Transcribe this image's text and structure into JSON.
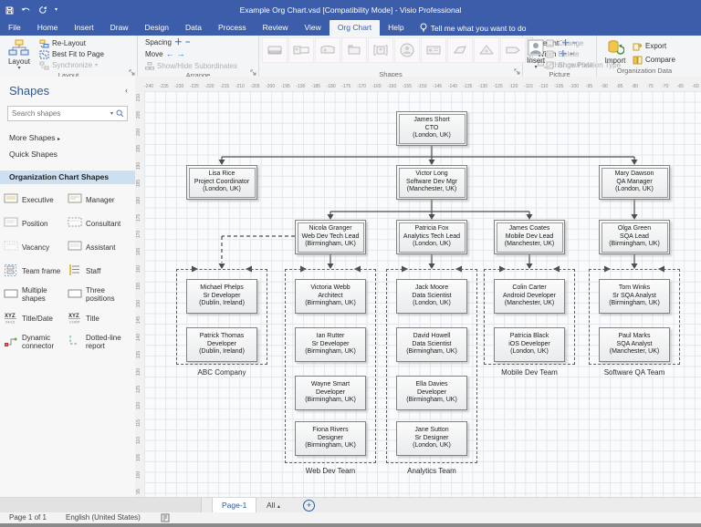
{
  "window": {
    "title": "Example Org Chart.vsd  [Compatibility Mode]  -  Visio Professional"
  },
  "tabs": [
    {
      "label": "File",
      "active": false
    },
    {
      "label": "Home",
      "active": false
    },
    {
      "label": "Insert",
      "active": false
    },
    {
      "label": "Draw",
      "active": false
    },
    {
      "label": "Design",
      "active": false
    },
    {
      "label": "Data",
      "active": false
    },
    {
      "label": "Process",
      "active": false
    },
    {
      "label": "Review",
      "active": false
    },
    {
      "label": "View",
      "active": false
    },
    {
      "label": "Org Chart",
      "active": true
    },
    {
      "label": "Help",
      "active": false
    }
  ],
  "tell_me": "Tell me what you want to do",
  "ribbon": {
    "layout": {
      "group": "Layout",
      "big": "Layout",
      "relayout": "Re-Layout",
      "bestfit": "Best Fit to Page",
      "sync": "Synchronize"
    },
    "arrange": {
      "group": "Arrange",
      "spacing": "Spacing",
      "move": "Move",
      "showhide": "Show/Hide Subordinates"
    },
    "shapes": {
      "group": "Shapes",
      "height": "Height",
      "width": "Width",
      "changepos": "Change Position Type"
    },
    "picture": {
      "group": "Picture",
      "insert": "Insert",
      "change": "Change",
      "del": "Delete",
      "showhide": "Show/Hide"
    },
    "orgdata": {
      "group": "Organization Data",
      "import": "Import",
      "export": "Export",
      "compare": "Compare"
    }
  },
  "shapes_panel": {
    "title": "Shapes",
    "search_placeholder": "Search shapes",
    "more_shapes": "More Shapes",
    "quick_shapes": "Quick Shapes",
    "active_stencil": "Organization Chart Shapes",
    "stencil_items": [
      {
        "icon": "executive-shape-icon",
        "label": "Executive"
      },
      {
        "icon": "manager-shape-icon",
        "label": "Manager"
      },
      {
        "icon": "position-shape-icon",
        "label": "Position"
      },
      {
        "icon": "consultant-shape-icon",
        "label": "Consultant"
      },
      {
        "icon": "vacancy-shape-icon",
        "label": "Vacancy"
      },
      {
        "icon": "assistant-shape-icon",
        "label": "Assistant"
      },
      {
        "icon": "team-frame-icon",
        "label": "Team frame"
      },
      {
        "icon": "staff-icon",
        "label": "Staff"
      },
      {
        "icon": "multiple-shapes-icon",
        "label": "Multiple shapes"
      },
      {
        "icon": "three-positions-icon",
        "label": "Three positions"
      },
      {
        "icon": "title-date-icon",
        "label": "Title/Date"
      },
      {
        "icon": "title-icon",
        "label": "Title"
      },
      {
        "icon": "dynamic-connector-icon",
        "label": "Dynamic connector"
      },
      {
        "icon": "dotted-line-report-icon",
        "label": "Dotted-line report"
      }
    ]
  },
  "canvas": {
    "nodes": [
      {
        "shape": "executive",
        "name": "James Short",
        "title": "CTO",
        "loc": "(London, UK)"
      },
      {
        "shape": "executive",
        "name": "Lisa Rice",
        "title": "Project Coordinator",
        "loc": "(London, UK)"
      },
      {
        "shape": "executive",
        "name": "Victor Long",
        "title": "Software Dev Mgr",
        "loc": "(Manchester, UK)"
      },
      {
        "shape": "executive",
        "name": "Mary Dawson",
        "title": "QA Manager",
        "loc": "(London, UK)"
      },
      {
        "shape": "executive",
        "name": "Nicola Granger",
        "title": "Web Dev Tech Lead",
        "loc": "(Birmingham, UK)"
      },
      {
        "shape": "executive",
        "name": "Patricia Fox",
        "title": "Analytics Tech Lead",
        "loc": "(London, UK)"
      },
      {
        "shape": "executive",
        "name": "James Coates",
        "title": "Mobile Dev Lead",
        "loc": "(Manchester, UK)"
      },
      {
        "shape": "executive",
        "name": "Olga Green",
        "title": "SQA Lead",
        "loc": "(Birmingham, UK)"
      },
      {
        "shape": "position",
        "name": "Michael Phelps",
        "title": "Sr Developer",
        "loc": "(Dublin, Ireland)"
      },
      {
        "shape": "position",
        "name": "Victoria Webb",
        "title": "Architect",
        "loc": "(Birmingham, UK)"
      },
      {
        "shape": "position",
        "name": "Jack Moore",
        "title": "Data Scientist",
        "loc": "(London, UK)"
      },
      {
        "shape": "position",
        "name": "Colin Carter",
        "title": "Android Developer",
        "loc": "(Manchester, UK)"
      },
      {
        "shape": "position",
        "name": "Tom Winks",
        "title": "Sr SQA Analyst",
        "loc": "(Birmingham, UK)"
      },
      {
        "shape": "position",
        "name": "Patrick Thomas",
        "title": "Developer",
        "loc": "(Dublin, Ireland)"
      },
      {
        "shape": "position",
        "name": "Ian Rutter",
        "title": "Sr Developer",
        "loc": "(Birmingham, UK)"
      },
      {
        "shape": "position",
        "name": "David Howell",
        "title": "Data Scientist",
        "loc": "(Birmingham, UK)"
      },
      {
        "shape": "position",
        "name": "Patricia Black",
        "title": "iOS Developer",
        "loc": "(London, UK)"
      },
      {
        "shape": "position",
        "name": "Paul Marks",
        "title": "SQA Analyst",
        "loc": "(Manchester, UK)"
      },
      {
        "shape": "position",
        "name": "Wayne Smart",
        "title": "Developer",
        "loc": "(Birmingham, UK)"
      },
      {
        "shape": "position",
        "name": "Ella Davies",
        "title": "Developer",
        "loc": "(Birmingham, UK)"
      },
      {
        "shape": "position",
        "name": "Fiona Rivers",
        "title": "Designer",
        "loc": "(Birmingham, UK)"
      },
      {
        "shape": "position",
        "name": "Jane Sutton",
        "title": "Sr Designer",
        "loc": "(London, UK)"
      }
    ],
    "teams": [
      "ABC Company",
      "Web Dev Team",
      "Analytics Team",
      "Mobile Dev Team",
      "Software QA Team"
    ],
    "ruler_h": [
      -240,
      -235,
      -230,
      -225,
      -220,
      -215,
      -210,
      -205,
      -200,
      -195,
      -190,
      -185,
      -180,
      -175,
      -170,
      -165,
      -160,
      -155,
      -150,
      -145,
      -140,
      -135,
      -130,
      -125,
      -120,
      -115,
      -110,
      -105,
      -100,
      -95,
      -90,
      -85,
      -80,
      -75,
      -70,
      -65,
      -60
    ],
    "ruler_v": [
      210,
      205,
      200,
      195,
      190,
      185,
      180,
      175,
      170,
      165,
      160,
      155,
      150,
      145,
      140,
      135,
      130,
      125,
      120,
      115,
      110,
      105,
      100,
      95
    ]
  },
  "pagebar": {
    "page_tab": "Page-1",
    "all_label": "All"
  },
  "statusbar": {
    "page_info": "Page 1 of 1",
    "language": "English (United States)"
  },
  "icons": {
    "caret_down": "▾",
    "plus": "＋",
    "minus": "−",
    "arrow_left": "←",
    "arrow_right": "→",
    "more_arrow": "▸",
    "collapse": "‹",
    "all_caret": "▴",
    "add_page": "+",
    "gallery_up": "▲",
    "gallery_down": "▼",
    "gallery_more": "▿"
  },
  "colors": {
    "titlebar": "#3c5da9",
    "active_tab_text": "#3c5da9",
    "accent_blue": "#2e6fd0",
    "stencil_selected": "#cde0f2",
    "node_border": "#828282",
    "connector": "#4d4d4d"
  }
}
